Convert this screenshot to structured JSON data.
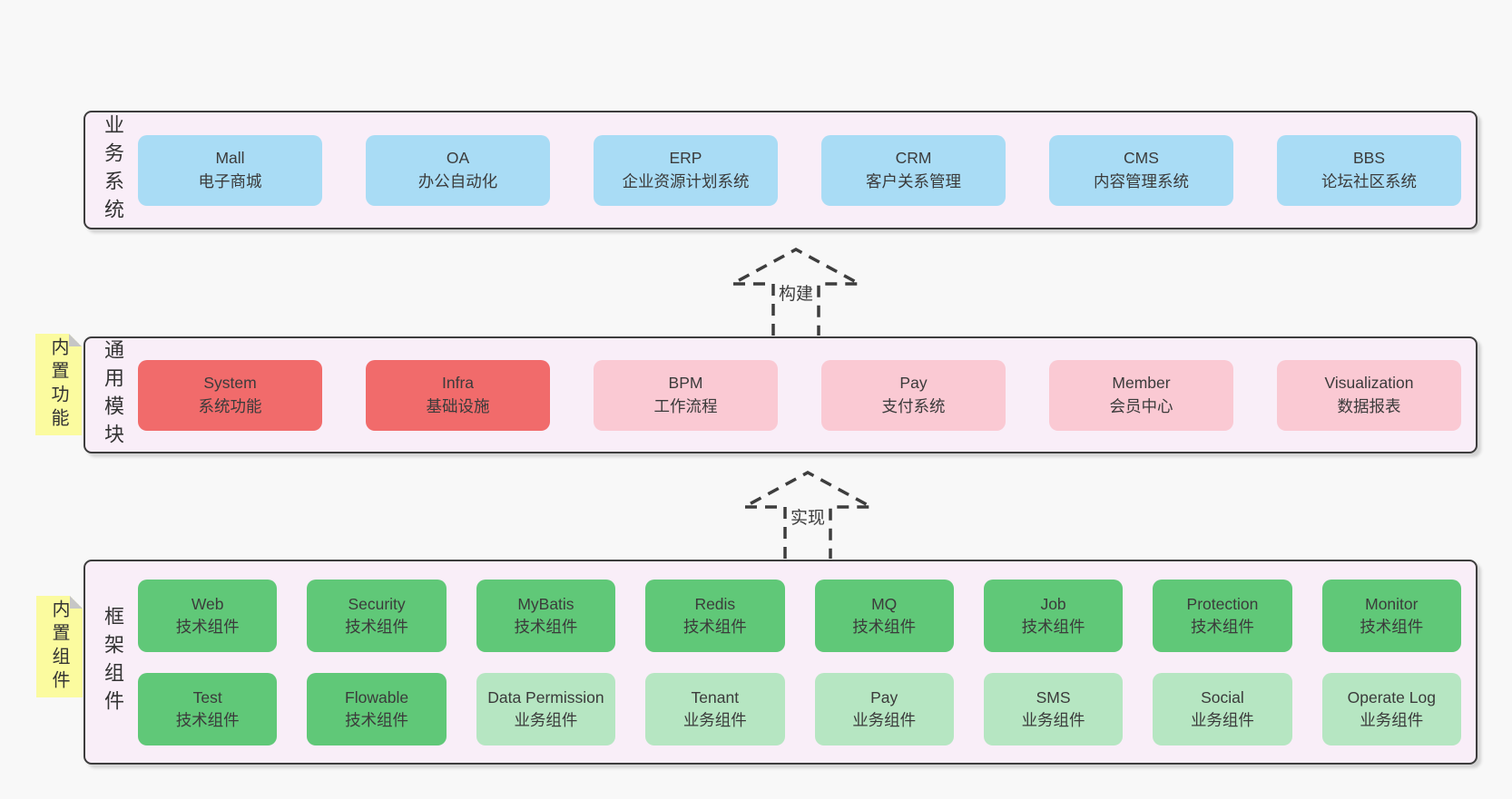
{
  "colors": {
    "page_bg": "#f8f8f8",
    "panel_bg": "#f9eef8",
    "panel_border": "#3d3d3d",
    "box_blue": "#a9dcf5",
    "box_red": "#f16b6b",
    "box_pink": "#fac9d3",
    "box_green": "#60c878",
    "box_light_green": "#b6e6c2",
    "note_yellow": "#fbfb9f",
    "text": "#3b3b3b"
  },
  "arrows": [
    {
      "label": "构建"
    },
    {
      "label": "实现"
    }
  ],
  "notes": [
    {
      "label": "内置功能"
    },
    {
      "label": "内置组件"
    }
  ],
  "layers": [
    {
      "label": "业务系统",
      "boxes": [
        {
          "title": "Mall",
          "subtitle": "电子商城"
        },
        {
          "title": "OA",
          "subtitle": "办公自动化"
        },
        {
          "title": "ERP",
          "subtitle": "企业资源计划系统"
        },
        {
          "title": "CRM",
          "subtitle": "客户关系管理"
        },
        {
          "title": "CMS",
          "subtitle": "内容管理系统"
        },
        {
          "title": "BBS",
          "subtitle": "论坛社区系统"
        }
      ]
    },
    {
      "label": "通用模块",
      "boxes": [
        {
          "title": "System",
          "subtitle": "系统功能"
        },
        {
          "title": "Infra",
          "subtitle": "基础设施"
        },
        {
          "title": "BPM",
          "subtitle": "工作流程"
        },
        {
          "title": "Pay",
          "subtitle": "支付系统"
        },
        {
          "title": "Member",
          "subtitle": "会员中心"
        },
        {
          "title": "Visualization",
          "subtitle": "数据报表"
        }
      ]
    },
    {
      "label": "框架组件",
      "row1": [
        {
          "title": "Web",
          "subtitle": "技术组件"
        },
        {
          "title": "Security",
          "subtitle": "技术组件"
        },
        {
          "title": "MyBatis",
          "subtitle": "技术组件"
        },
        {
          "title": "Redis",
          "subtitle": "技术组件"
        },
        {
          "title": "MQ",
          "subtitle": "技术组件"
        },
        {
          "title": "Job",
          "subtitle": "技术组件"
        },
        {
          "title": "Protection",
          "subtitle": "技术组件"
        },
        {
          "title": "Monitor",
          "subtitle": "技术组件"
        }
      ],
      "row2": [
        {
          "title": "Test",
          "subtitle": "技术组件"
        },
        {
          "title": "Flowable",
          "subtitle": "技术组件"
        },
        {
          "title": "Data Permission",
          "subtitle": "业务组件"
        },
        {
          "title": "Tenant",
          "subtitle": "业务组件"
        },
        {
          "title": "Pay",
          "subtitle": "业务组件"
        },
        {
          "title": "SMS",
          "subtitle": "业务组件"
        },
        {
          "title": "Social",
          "subtitle": "业务组件"
        },
        {
          "title": "Operate Log",
          "subtitle": "业务组件"
        }
      ]
    }
  ]
}
